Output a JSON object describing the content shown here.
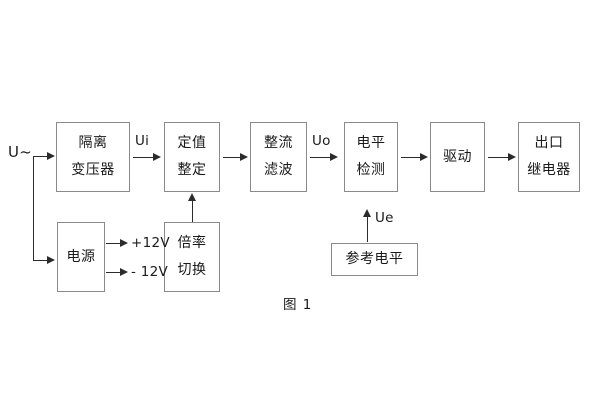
{
  "figure": {
    "caption": "图 1",
    "input_label": "U~",
    "blocks": [
      {
        "id": "isolation-transformer",
        "line1": "隔离",
        "line2": "变压器"
      },
      {
        "id": "setting-value",
        "line1": "定值",
        "line2": "整定"
      },
      {
        "id": "rectify-filter",
        "line1": "整流",
        "line2": "滤波"
      },
      {
        "id": "level-detection",
        "line1": "电平",
        "line2": "检测"
      },
      {
        "id": "driver",
        "line1": "驱动",
        "line2": ""
      },
      {
        "id": "output-relay",
        "line1": "出口",
        "line2": "继电器"
      },
      {
        "id": "power-supply",
        "line1": "电源",
        "line2": ""
      },
      {
        "id": "multiplier-switch",
        "line1": "倍率",
        "line2": "切换"
      },
      {
        "id": "reference-level",
        "line1": "参考电平",
        "line2": ""
      }
    ],
    "signals": {
      "ui": "Ui",
      "uo": "Uo",
      "ue": "Ue",
      "rail_positive": "+12V",
      "rail_negative": "- 12V"
    },
    "colors": {
      "box_border": "#8a8a8a",
      "connector": "#2b2b2b",
      "text": "#1a1a1a",
      "background": "#ffffff"
    }
  }
}
